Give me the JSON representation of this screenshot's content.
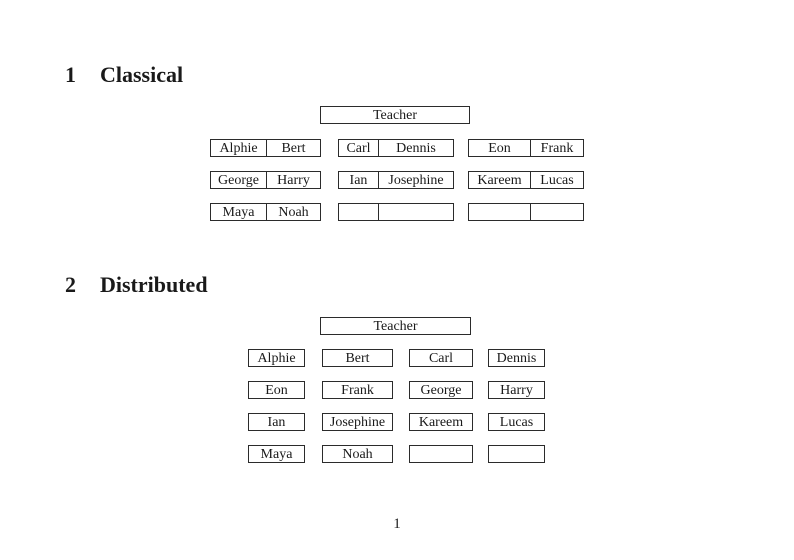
{
  "classical": {
    "heading_number": "1",
    "heading_title": "Classical",
    "teacher_label": "Teacher",
    "rows": [
      {
        "desks": [
          {
            "left": "Alphie",
            "right": "Bert"
          },
          {
            "left": "Carl",
            "right": "Dennis"
          },
          {
            "left": "Eon",
            "right": "Frank"
          }
        ]
      },
      {
        "desks": [
          {
            "left": "George",
            "right": "Harry"
          },
          {
            "left": "Ian",
            "right": "Josephine"
          },
          {
            "left": "Kareem",
            "right": "Lucas"
          }
        ]
      },
      {
        "desks": [
          {
            "left": "Maya",
            "right": "Noah"
          },
          {
            "left": "",
            "right": ""
          },
          {
            "left": "",
            "right": ""
          }
        ]
      }
    ]
  },
  "distributed": {
    "heading_number": "2",
    "heading_title": "Distributed",
    "teacher_label": "Teacher",
    "rows": [
      {
        "seats": [
          "Alphie",
          "Bert",
          "Carl",
          "Dennis"
        ]
      },
      {
        "seats": [
          "Eon",
          "Frank",
          "George",
          "Harry"
        ]
      },
      {
        "seats": [
          "Ian",
          "Josephine",
          "Kareem",
          "Lucas"
        ]
      },
      {
        "seats": [
          "Maya",
          "Noah",
          "",
          ""
        ]
      }
    ]
  },
  "footer": {
    "page_number": "1"
  }
}
